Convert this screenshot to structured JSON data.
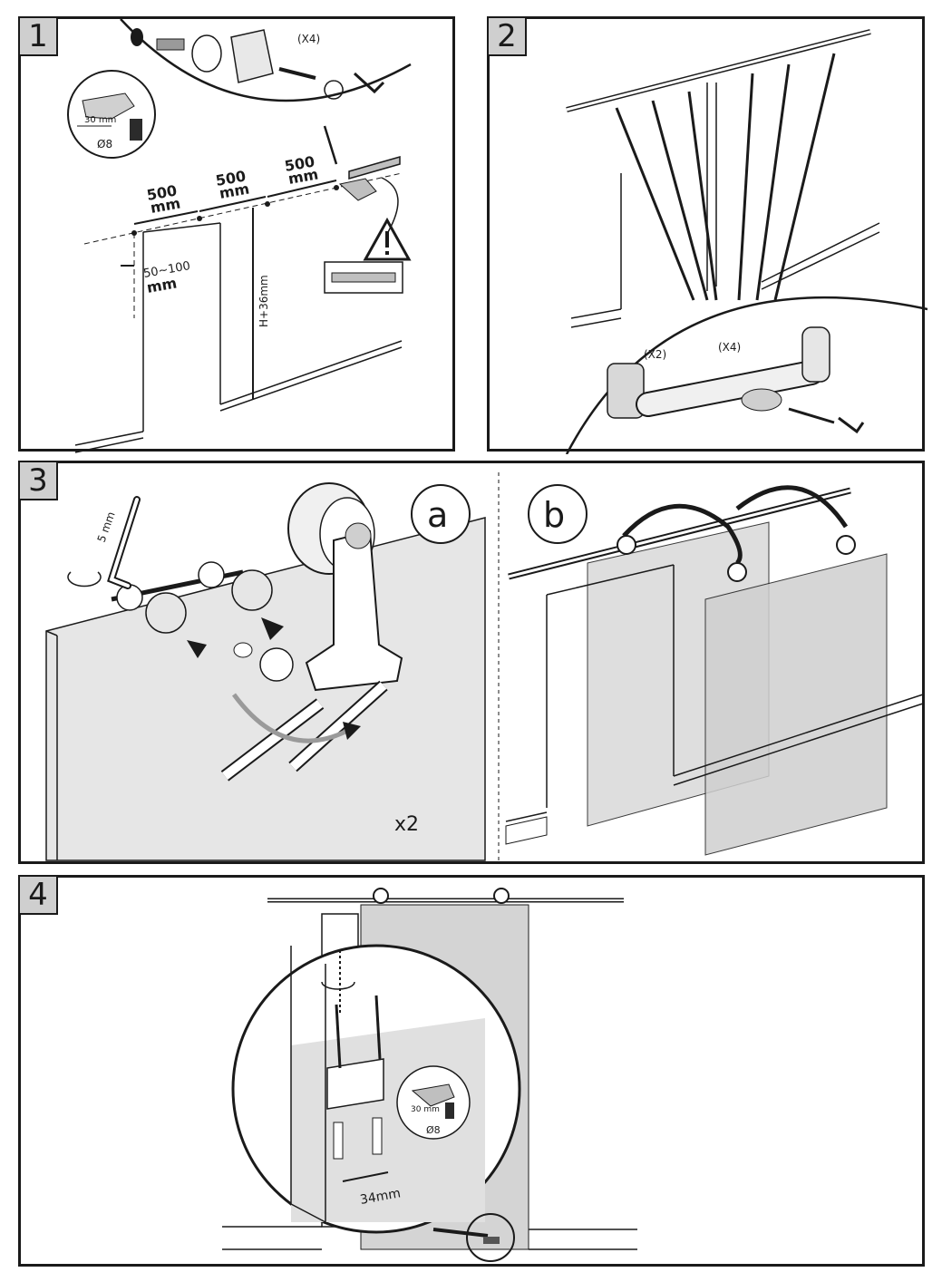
{
  "steps": [
    {
      "number": "1"
    },
    {
      "number": "2"
    },
    {
      "number": "3"
    },
    {
      "number": "4"
    }
  ],
  "step1": {
    "dist_a": "500",
    "dist_b": "500",
    "dist_c": "500",
    "unit": "mm",
    "offset": "50~100",
    "offset_unit": "mm",
    "height": "H+36mm",
    "qty": "(X4)",
    "drill_depth": "30 mm",
    "drill_diameter": "Ø8"
  },
  "step2": {
    "qty_end": "(X2)",
    "qty_support": "(X4)"
  },
  "step3": {
    "label_a": "a",
    "label_b": "b",
    "key_size": "5 mm",
    "multiplier": "x2"
  },
  "step4": {
    "drill_depth": "30 mm",
    "drill_diameter": "Ø8",
    "spacing": "34mm"
  }
}
